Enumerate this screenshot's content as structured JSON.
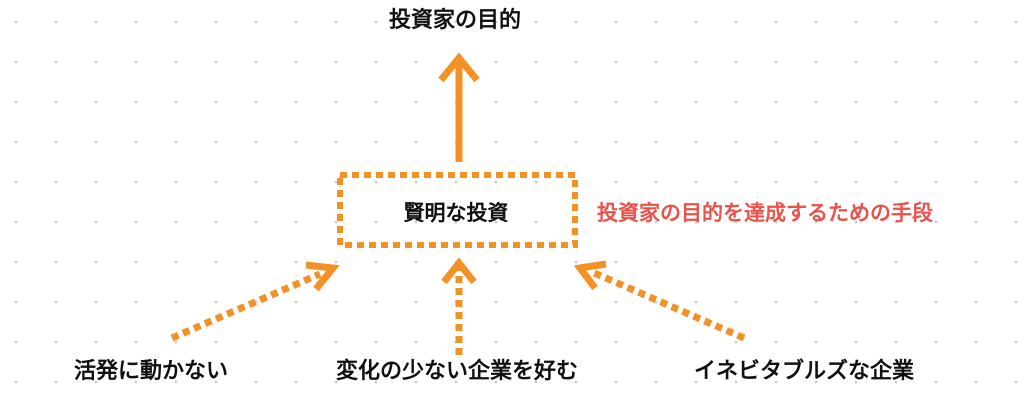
{
  "colors": {
    "arrow": "#F29126",
    "note": "#E8524A",
    "text": "#111111"
  },
  "nodes": {
    "goal": "投資家の目的",
    "means": "賢明な投資",
    "means_note": "投資家の目的を達成するための手段",
    "factor_1": "活発に動かない",
    "factor_2": "変化の少ない企業を好む",
    "factor_3": "イネビタブルズな企業"
  }
}
